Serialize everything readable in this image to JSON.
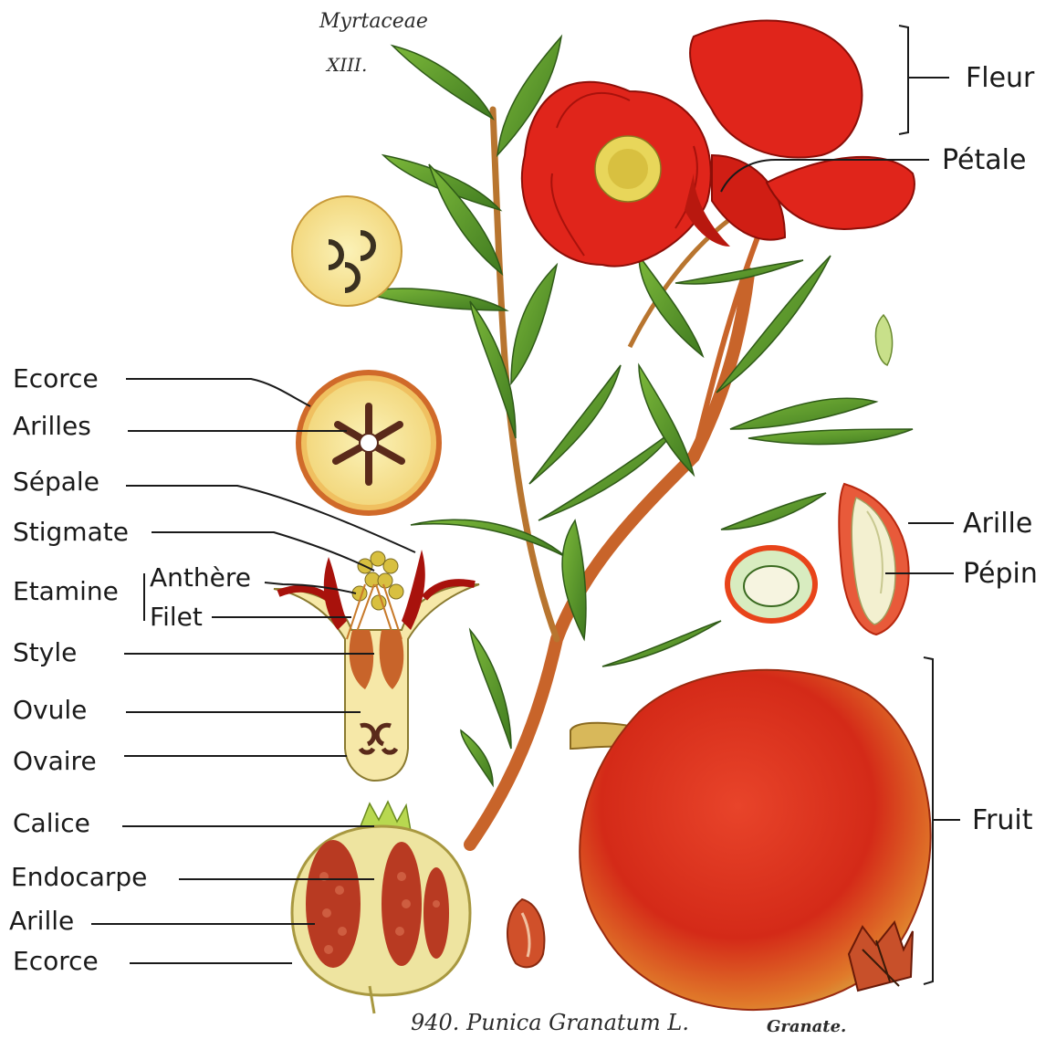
{
  "plate": {
    "header_family": "Myrtaceae",
    "header_number": "XIII.",
    "caption_latin": "940. Punica Granatum L.",
    "caption_common": "Granate."
  },
  "labels_right": {
    "fleur": "Fleur",
    "petale": "Pétale",
    "arille": "Arille",
    "pepin": "Pépin",
    "fruit": "Fruit"
  },
  "labels_left": {
    "ecorce_top": "Ecorce",
    "arilles": "Arilles",
    "sepale": "Sépale",
    "stigmate": "Stigmate",
    "etamine": "Etamine",
    "anthere": "Anthère",
    "filet": "Filet",
    "style": "Style",
    "ovule": "Ovule",
    "ovaire": "Ovaire",
    "calice": "Calice",
    "endocarpe": "Endocarpe",
    "arille": "Arille",
    "ecorce_bottom": "Ecorce"
  },
  "colors": {
    "petal_red": "#e0251b",
    "petal_dark": "#a8120c",
    "leaf_green": "#5a9a2a",
    "stem_orange": "#c8642a",
    "fruit_red": "#d8321a",
    "fruit_yellow": "#f0d98a",
    "aril_red": "#b83a22"
  }
}
